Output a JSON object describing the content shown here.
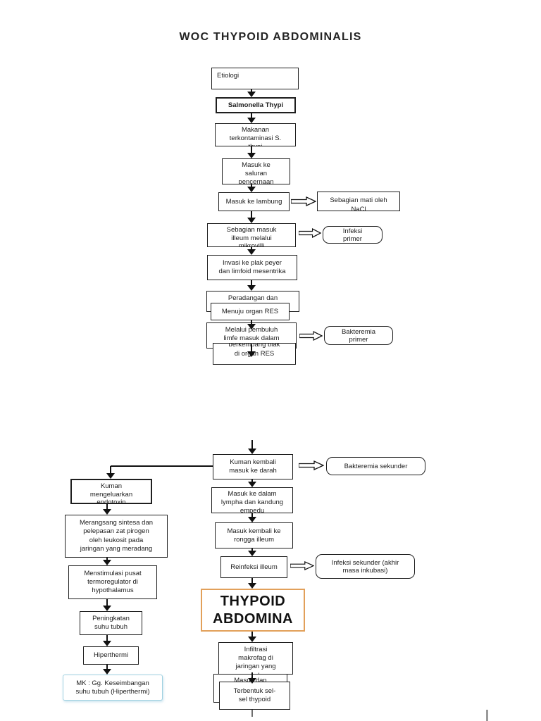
{
  "title": "WOC THYPOID ABDOMINALIS",
  "nodes": {
    "etiologi": "Etiologi",
    "salmonella": "Salmonella Thypi",
    "makanan": "Makanan\nterkontaminasi S.\nthypi",
    "saluran": "Masuk ke\nsaluran\npencernaan",
    "lambung": "Masuk ke lambung",
    "mati_nacl": "Sebagian mati oleh\nNaCl",
    "illeum_mikrovilli": "Sebagian masuk\nilleum melalui\nmikrovilli",
    "infeksi_primer": "Infeksi\nprimer",
    "invasi": "Invasi ke plak peyer\ndan limfoid mesentrika",
    "peradangan": "Peradangan dan",
    "menuju_res": "Menuju organ RES",
    "melalui_pembuluh": "Melalui pembuluh\nlimfe masuk dalam\ndarah",
    "di_organ_res": "berkembang biak\ndi organ RES",
    "bakteremia_primer": "Bakteremia\nprimer",
    "kuman_kembali": "Kuman kembali\nmasuk ke darah",
    "bakteremia_sekunder": "Bakteremia sekunder",
    "lympha": "Masuk ke dalam\nlympha dan kandung\nempedu",
    "rongga_illeum": "Masuk kembali ke\nrongga illeum",
    "reinfeksi": "Reinfeksi illeum",
    "infeksi_sekunder": "Infeksi sekunder (akhir\nmasa inkubasi)",
    "thypoid": "THYPOID\nABDOMINA\nLIS",
    "infiltrasi": "Infiltrasi\nmakrofag di\njaringan yang\nmeradang",
    "masuk_dan": "Masuk dan",
    "terbentuk": "Terbentuk sel-\nsel thypoid",
    "kuman_endotoxin": "Kuman\nmengeluarkan\nendotoxin",
    "merangsang": "Merangsang sintesa dan\npelepasan zat pirogen\noleh leukosit pada\njaringan yang meradang",
    "menstimulasi": "Menstimulasi pusat\ntermoregulator di\nhypothalamus",
    "peningkatan": "Peningkatan\nsuhu tubuh",
    "hiperthermi": "Hiperthermi",
    "mk": "MK : Gg. Keseimbangan\nsuhu tubuh (Hiperthermi)"
  },
  "colors": {
    "box_border": "#1f1f1f",
    "text": "#1c1c1c",
    "highlight_border": "#e2a05a",
    "mk_border": "#9fd0e0",
    "background": "#ffffff"
  }
}
